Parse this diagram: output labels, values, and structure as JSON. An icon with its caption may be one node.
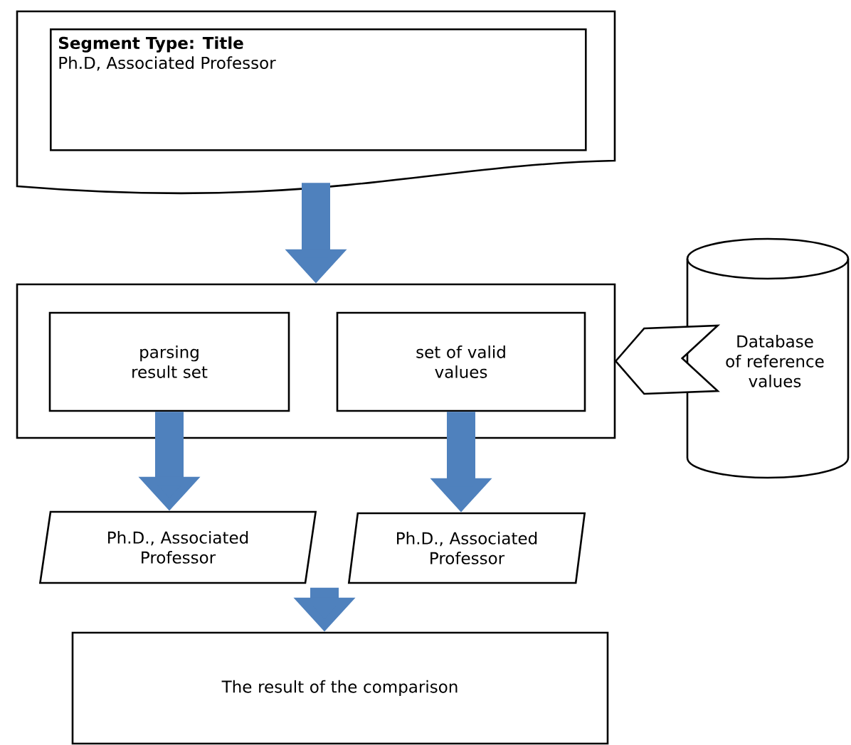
{
  "diagram": {
    "nodes": [
      {
        "text": [],
        "shape": "document"
      },
      {
        "text": [
          "Segment Type: Title",
          "Ph.D, Associated Professor"
        ],
        "in": 0
      },
      {
        "text": [],
        "shape": "box"
      },
      {
        "text": [
          "parsing result set"
        ],
        "in": 2
      },
      {
        "text": [
          "set of valid values"
        ],
        "in": 2
      },
      {
        "text": [
          "Database of reference values"
        ]
      },
      {
        "text": [
          "Ph.D., Associated Professor"
        ]
      },
      {
        "text": [
          "Ph.D., Associated Professor"
        ]
      },
      {
        "text": [
          "The result of the comparison"
        ]
      }
    ],
    "edges": [
      {
        "from": 0,
        "to": 2,
        "arrow": "to"
      },
      {
        "from": 5,
        "to": 2,
        "arrow": "to"
      },
      {
        "from": 3,
        "to": 6,
        "arrow": "to"
      },
      {
        "from": 4,
        "to": 7,
        "arrow": "to"
      },
      {
        "from": null,
        "to": 8,
        "arrow": "to"
      }
    ]
  }
}
